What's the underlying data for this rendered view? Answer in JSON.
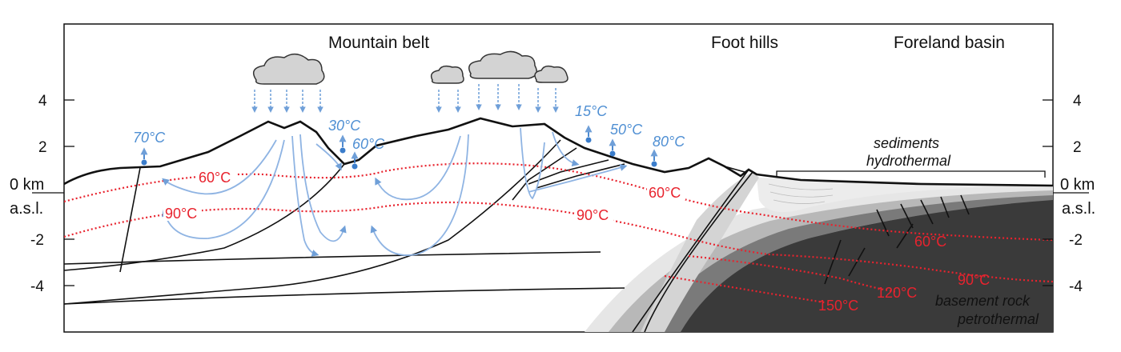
{
  "regions": {
    "mountain_belt": "Mountain belt",
    "foot_hills": "Foot hills",
    "foreland_basin": "Foreland basin"
  },
  "axis": {
    "left_ticks": [
      "4",
      "2",
      "0 km",
      "-2",
      "-4"
    ],
    "right_ticks": [
      "4",
      "2",
      "0 km",
      "-2",
      "-4"
    ],
    "left_unit": "a.s.l.",
    "right_unit": "a.s.l."
  },
  "spring_temps": [
    "70°C",
    "30°C",
    "60°C",
    "15°C",
    "50°C",
    "80°C"
  ],
  "isotherm_labels": {
    "mb_60": "60°C",
    "mb_90": "90°C",
    "center_60": "60°C",
    "center_90": "90°C",
    "basin_60": "60°C",
    "basin_90": "90°C",
    "basin_120": "120°C",
    "basin_150": "150°C"
  },
  "annotations": {
    "sediments_line1": "sediments",
    "sediments_line2": "hydrothermal",
    "basement_line1": "basement rock",
    "basement_line2": "petrothermal"
  },
  "colors": {
    "isotherm": "#e8232e",
    "water_flow": "#8fb4e3",
    "spring_temp_text": "#4f8fd3",
    "cloud": "#d3d3d3",
    "layer_light": "#e6e6e6",
    "layer_mid": "#b8b8b8",
    "layer_dark": "#7a7a7a",
    "layer_darkest": "#3a3a3a"
  }
}
